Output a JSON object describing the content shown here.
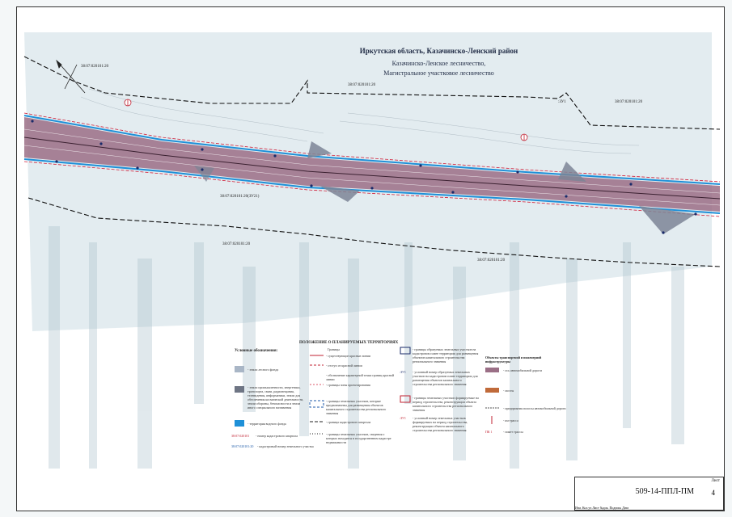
{
  "title": {
    "region": "Иркутская область, Казачинско-Ленский район",
    "forestry": "Казачинско-Ленское лесничество,",
    "district": "Магистральное участковое лесничество"
  },
  "parcels": {
    "p1": "38:07:020101:20",
    "p2": "38:07:020101:20",
    "p3": "38:07:020101:20",
    "p4": "38:07:020101:20(ЗУ21)",
    "p5": "38:07:020101:20",
    "p6": "38:07:020101:20",
    "zu": ":ЗУ1"
  },
  "legend": {
    "conv_title": "Условные обозначения:",
    "prop_title": "ПОЛОЖЕНИЕ О ПЛАНИРУЕМЫХ ТЕРРИТОРИЯХ",
    "prop_sub": "Границы",
    "infra_title": "Объекты транспортной и инженерной инфраструктуры",
    "items_left": [
      "- земли лесного фонда",
      "- земли промышленности, энергетики, транспорта, связи, радиовещания, телевидения, информатики, земли для обеспечения космической деятельности, земли обороны, безопасности и земли иного специального назначения",
      "- территория водного фонда",
      "- номер кадастрового квартала",
      "- кадастровый номер земельного участка"
    ],
    "left_codes": [
      "38:07:020101",
      "38:07:020101:20"
    ],
    "items_mid": [
      "- существующие красные линии",
      "- отступ от красной линии",
      "- обозначение характерной точки границ красной линии",
      "- границы зоны проектирования",
      "- границы земельных участков, которые предназначены для размещения объектов капитального строительства регионального значения",
      "- граница кадастрового квартала",
      "- границы земельных участков, сведения о которых находятся в государственном кадастре недвижимости"
    ],
    "items_right": [
      "- границы образуемых земельных участков на кадастровом плане территории для размещения объектов капитального строительства регионального значения",
      "- условный номер образуемых земельных участков на кадастровом плане территории для размещения объектов капитального строительства регионального значения",
      "- границы земельных участков формируемые на период строительства, реконструкции объекта капитального строительства регионального значения",
      "- условный номер земельных участков формируемых на период строительства, реконструкции объекта капитального строительства регионального значения"
    ],
    "right_codes": [
      ":ЗУ1",
      ":ЗУ1"
    ],
    "items_infra": [
      "- ось автомобильной дороги",
      "- мосты",
      "- предприятия полосы автомобильной дороги",
      "- км трасса",
      "- пикет трассы"
    ],
    "infra_code": "ПК 1"
  },
  "stamp": {
    "code": "509-14-ППЛ-ПМ",
    "sheet_label": "Лист",
    "sheet_no": "4",
    "cols": "Изм. Кол.уч Лист №док. Подпись Дата"
  },
  "colors": {
    "road": "#9b6f86",
    "forest": "#c4d6df",
    "water": "#1e90d8",
    "red_line": "#d0203a",
    "blue_line": "#2244cc"
  }
}
